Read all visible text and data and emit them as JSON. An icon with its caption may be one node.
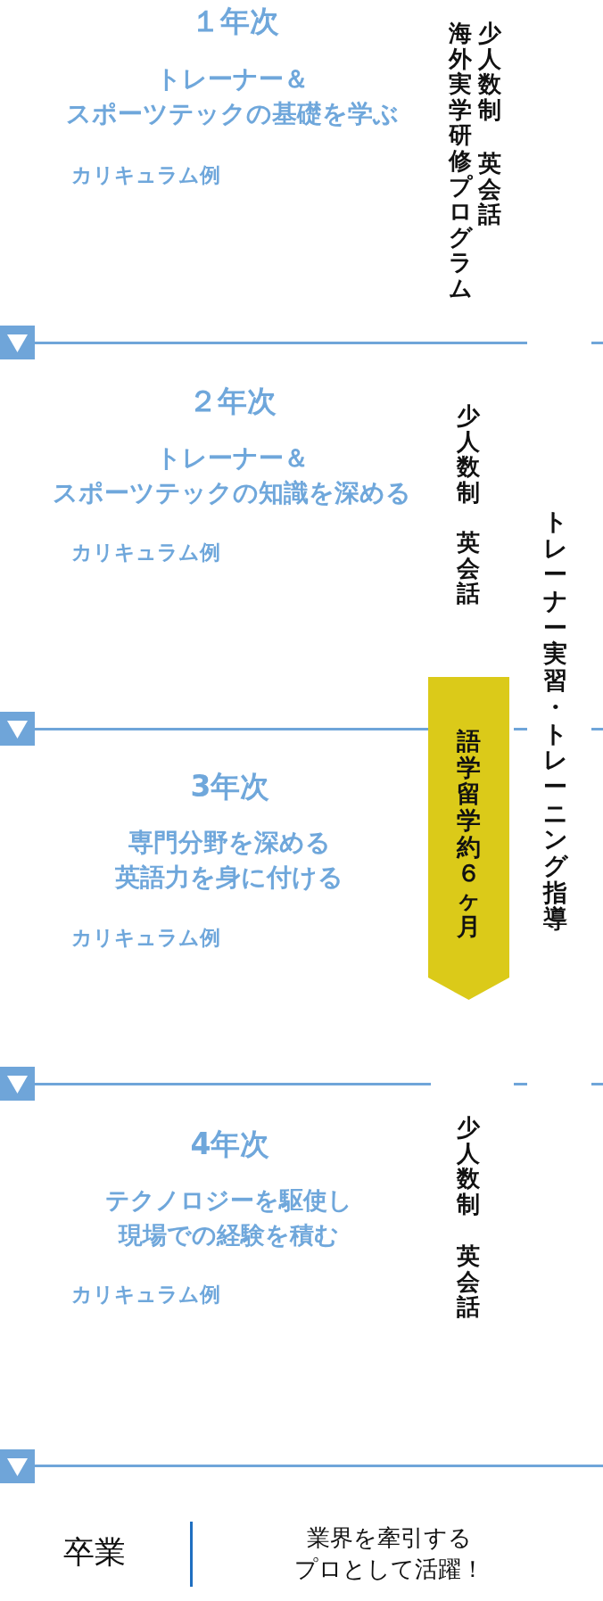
{
  "diagram": {
    "nodes": [
      {
        "text": [
          "語学留学約６ヶ月"
        ]
      }
    ],
    "labels": [
      "１年次",
      "トレーナー＆スポーツテックの基礎を学ぶ",
      "カリキュラム例",
      "少人数制",
      "英会話",
      "海外実学研修プログラム",
      "２年次",
      "トレーナー＆スポーツテックの知識を深める",
      "カリキュラム例",
      "少人数制",
      "英会話",
      "トレーナー実習・トレーニング指導",
      "3年次",
      "専門分野を深める英語力を身に付ける",
      "カリキュラム例",
      "4年次",
      "テクノロジーを駆使し現場での経験を積む",
      "カリキュラム例",
      "少人数制",
      "英会話",
      "卒業",
      "業界を牽引するプロとして活躍！"
    ]
  }
}
